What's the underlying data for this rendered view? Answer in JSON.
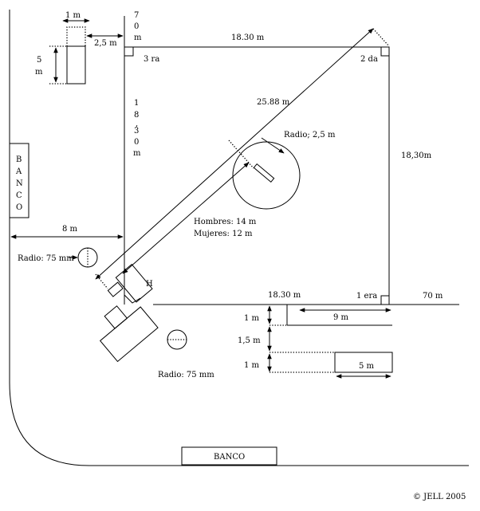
{
  "labels": {
    "top_1m": "1 m",
    "top_2_5m": "2,5 m",
    "top_70m_chars": [
      "7",
      "0",
      "m"
    ],
    "top_5m_a": "5",
    "top_5m_b": "m",
    "base_3ra": "3 ra",
    "base_2da": "2 da",
    "base_1era": "1 era",
    "top_18_30m": "18.30 m",
    "diag_25_88": "25.88 m",
    "left_18_30_chars": [
      "1",
      "8",
      ",",
      "3",
      "0",
      "m"
    ],
    "right_18_30": "18,30m",
    "radio_center": "Radio; 2,5 m",
    "hombres": "Hombres: 14 m",
    "mujeres": "Mujeres: 12 m",
    "eight_m": "8 m",
    "banco_side_chars": [
      "B",
      "A",
      "N",
      "C",
      "O"
    ],
    "radio_75_left": "Radio: 75 mm",
    "radio_75_bottom": "Radio: 75 mm",
    "h_mark": "H",
    "bottom_18_30": "18.30 m",
    "right_70m": "70 m",
    "dim_1m_a": "1 m",
    "dim_9m": "9 m",
    "dim_1_5m": "1,5 m",
    "dim_1m_b": "1 m",
    "dim_5m": "5 m",
    "banco_bottom": "BANCO",
    "copyright": "© JELL 2005"
  }
}
